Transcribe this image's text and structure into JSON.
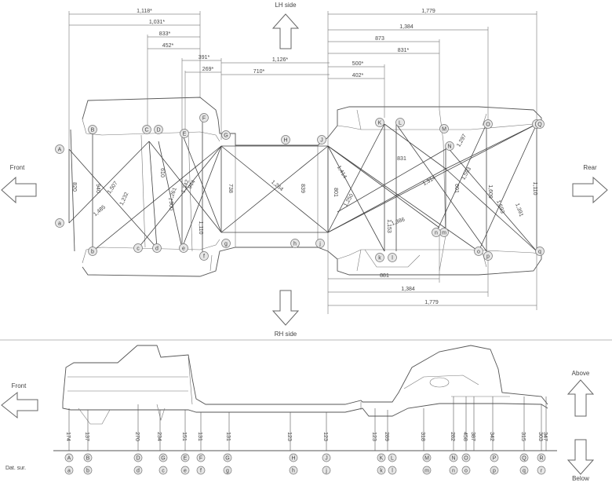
{
  "labels": {
    "lh_side": "LH side",
    "rh_side": "RH side",
    "front": "Front",
    "rear": "Rear",
    "front_lower": "Front",
    "above": "Above",
    "below": "Below",
    "datum": "Dat. sur."
  },
  "top_dimensions": [
    {
      "text": "1,118*"
    },
    {
      "text": "1,031*"
    },
    {
      "text": "833*"
    },
    {
      "text": "452*"
    },
    {
      "text": "391*"
    },
    {
      "text": "269*"
    },
    {
      "text": "710*"
    },
    {
      "text": "1,126*"
    },
    {
      "text": "1,779"
    },
    {
      "text": "1,384"
    },
    {
      "text": "873"
    },
    {
      "text": "831*"
    },
    {
      "text": "500*"
    },
    {
      "text": "402*"
    }
  ],
  "bottom_dimensions": [
    {
      "text": "881"
    },
    {
      "text": "1,384"
    },
    {
      "text": "1,779"
    }
  ],
  "diagonal_labels": [
    {
      "text": "820"
    },
    {
      "text": "940"
    },
    {
      "text": "1,507"
    },
    {
      "text": "1,485"
    },
    {
      "text": "1,232"
    },
    {
      "text": "610"
    },
    {
      "text": "900"
    },
    {
      "text": "1,261"
    },
    {
      "text": "1,342"
    },
    {
      "text": "1,110"
    },
    {
      "text": "944"
    },
    {
      "text": "738"
    },
    {
      "text": "1,264"
    },
    {
      "text": "839"
    },
    {
      "text": "801"
    },
    {
      "text": "1,414"
    },
    {
      "text": "831"
    },
    {
      "text": "1,250"
    },
    {
      "text": "1,153"
    },
    {
      "text": "1,314"
    },
    {
      "text": "1,386"
    },
    {
      "text": "1,297"
    },
    {
      "text": "1,593"
    },
    {
      "text": "601"
    },
    {
      "text": "1,609"
    },
    {
      "text": "1,593"
    },
    {
      "text": "1,110"
    },
    {
      "text": "1,391"
    }
  ],
  "points_upper": [
    "A",
    "a",
    "B",
    "b",
    "C",
    "c",
    "D",
    "d",
    "E",
    "e",
    "F",
    "f",
    "G",
    "g",
    "H",
    "h",
    "J",
    "j",
    "K",
    "k",
    "L",
    "l",
    "M",
    "m",
    "N",
    "n",
    "O",
    "o",
    "P",
    "p",
    "Q",
    "q"
  ],
  "heights": [
    {
      "text": "174"
    },
    {
      "text": "137"
    },
    {
      "text": "270"
    },
    {
      "text": "234"
    },
    {
      "text": "151"
    },
    {
      "text": "131"
    },
    {
      "text": "131"
    },
    {
      "text": "123"
    },
    {
      "text": "123"
    },
    {
      "text": "123"
    },
    {
      "text": "289"
    },
    {
      "text": "318"
    },
    {
      "text": "282"
    },
    {
      "text": "458"
    },
    {
      "text": "387"
    },
    {
      "text": "342"
    },
    {
      "text": "315"
    },
    {
      "text": "303"
    },
    {
      "text": "347"
    }
  ],
  "datum_points": [
    {
      "upper": "A",
      "lower": "a"
    },
    {
      "upper": "B",
      "lower": "b"
    },
    {
      "upper": "D",
      "lower": "d"
    },
    {
      "upper": "G",
      "lower": "c"
    },
    {
      "upper": "E",
      "lower": "e"
    },
    {
      "upper": "F",
      "lower": "f"
    },
    {
      "upper": "G",
      "lower": "g"
    },
    {
      "upper": "H",
      "lower": "h"
    },
    {
      "upper": "J",
      "lower": "j"
    },
    {
      "upper": "K",
      "lower": "k"
    },
    {
      "upper": "L",
      "lower": "l"
    },
    {
      "upper": "M",
      "lower": "m"
    },
    {
      "upper": "N",
      "lower": "n"
    },
    {
      "upper": "O",
      "lower": "o"
    },
    {
      "upper": "P",
      "lower": "p"
    },
    {
      "upper": "Q",
      "lower": "q"
    },
    {
      "upper": "R",
      "lower": "r"
    }
  ],
  "colors": {
    "line": "#555555",
    "marker_fill": "#e6e6e6"
  }
}
